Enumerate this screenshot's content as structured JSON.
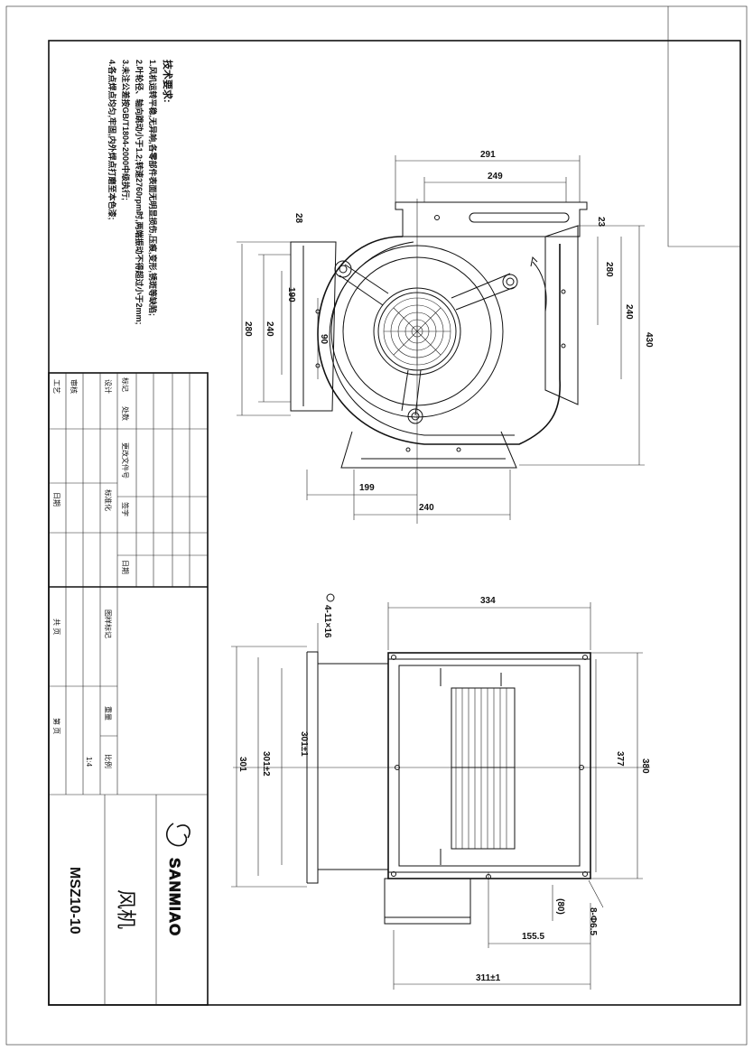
{
  "drawing": {
    "tech_title": "技术要求:",
    "tech_notes": [
      "1.风机运转平稳,无异响,各零部件表面无明显损伤,压痕,变形,锈斑等缺陷;",
      "2.叶轮径、轴向跳动小于1.2;转速2760rpm时,两端振动不得超过小于2mm;",
      "3.未注公差按GB/T1804-2000中级执行;",
      "4.各点焊点均匀,牢固,内外焊点打磨至本色漆;"
    ],
    "top_view_dims": [
      "291",
      "249",
      "28",
      "23",
      "190",
      "240",
      "280",
      "240",
      "430",
      "90",
      "280",
      "199",
      "240"
    ],
    "bottom_view_dims": [
      "334",
      "4-11×16",
      "301",
      "301±2",
      "301±1",
      "377",
      "380",
      "(80)",
      "155.5",
      "8-Φ6.5",
      "311±1"
    ]
  },
  "title_block": {
    "company": "SANMIAO",
    "part_name": "风机",
    "part_number": "MSZ10-10",
    "scale_label": "比例",
    "scale_value": "1:4",
    "weight_label": "重量",
    "stage_label": "图样标记",
    "sheets_total": "共  页",
    "sheet_no": "第  页",
    "date": "日期",
    "sign": "签字",
    "designer": "设计",
    "checker": "审核",
    "process": "工艺",
    "std": "标准化",
    "mark": "标记",
    "count": "处数",
    "change_file": "更改文件号"
  }
}
